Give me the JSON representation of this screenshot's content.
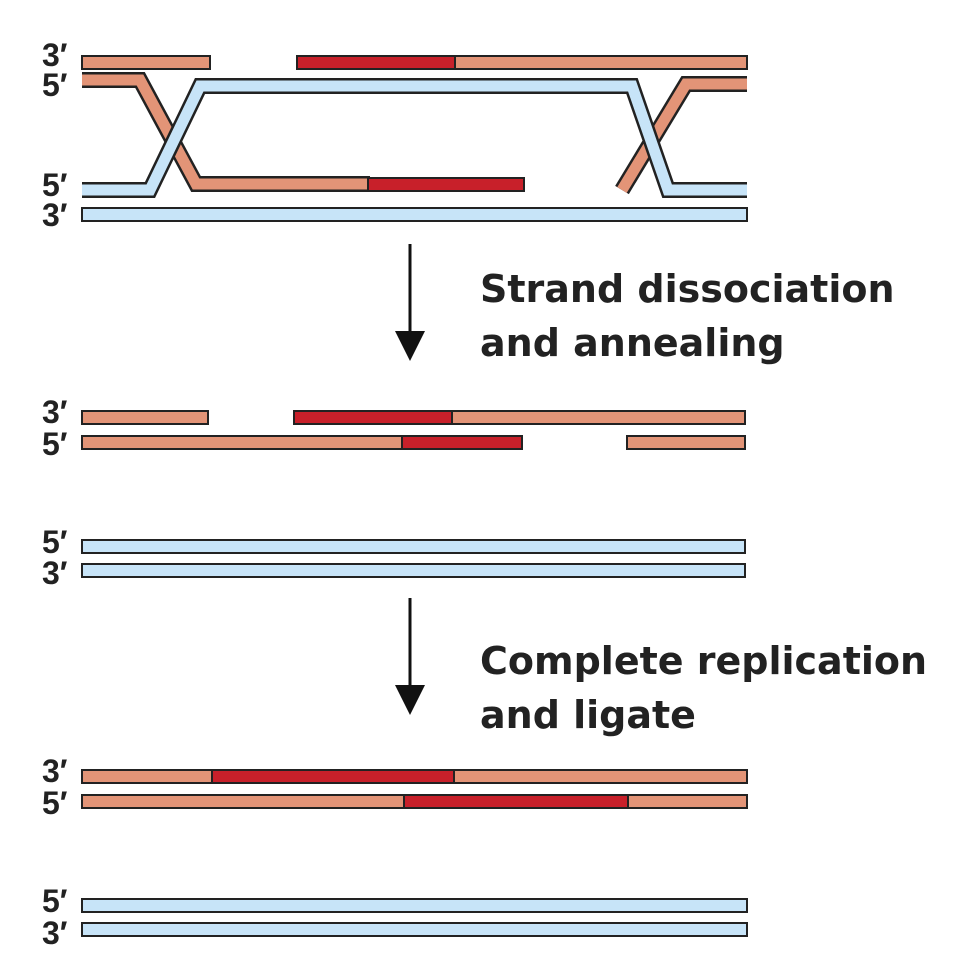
{
  "colors": {
    "parental_strand": "#e39477",
    "new_strand": "#c8202a",
    "blue_strand": "#c7e4f8",
    "outline": "#222222",
    "arrow": "#111111"
  },
  "stages": [
    {
      "labels": {
        "top_strand_1": "3′",
        "top_strand_2": "5′",
        "bottom_strand_1": "5′",
        "bottom_strand_2": "3′"
      }
    },
    {
      "labels": {
        "top_strand_1": "3′",
        "top_strand_2": "5′",
        "bottom_strand_1": "5′",
        "bottom_strand_2": "3′"
      }
    },
    {
      "labels": {
        "top_strand_1": "3′",
        "top_strand_2": "5′",
        "bottom_strand_1": "5′",
        "bottom_strand_2": "3′"
      }
    }
  ],
  "steps": [
    {
      "line1": "Strand dissociation",
      "line2": "and annealing"
    },
    {
      "line1": "Complete replication",
      "line2": "and ligate"
    }
  ]
}
